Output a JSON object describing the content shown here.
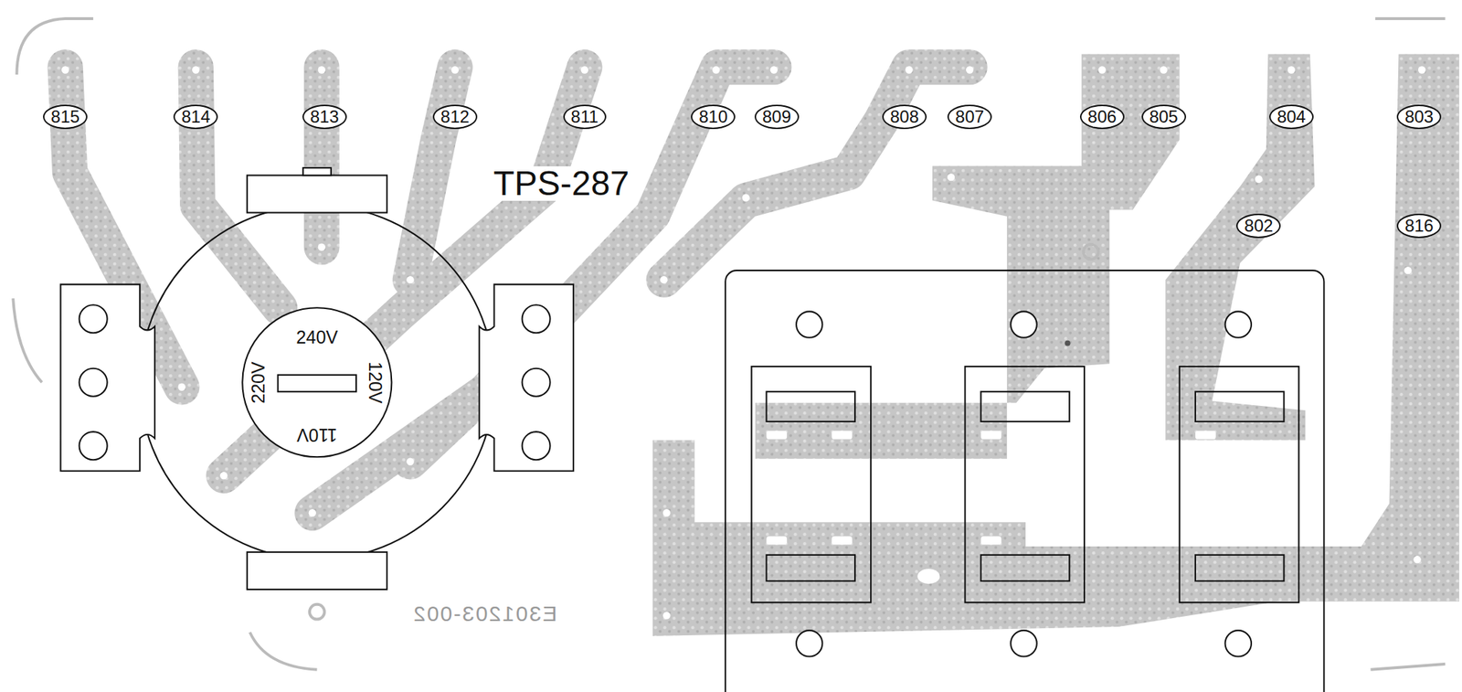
{
  "diagram": {
    "nodes": [
      {
        "text": [
          "240V",
          "220V",
          "120V",
          "110V"
        ]
      }
    ],
    "labels": [
      "TPS-287",
      "815",
      "814",
      "813",
      "812",
      "811",
      "810",
      "809",
      "808",
      "807",
      "806",
      "805",
      "804",
      "803",
      "802",
      "816",
      "E301203-002"
    ]
  }
}
